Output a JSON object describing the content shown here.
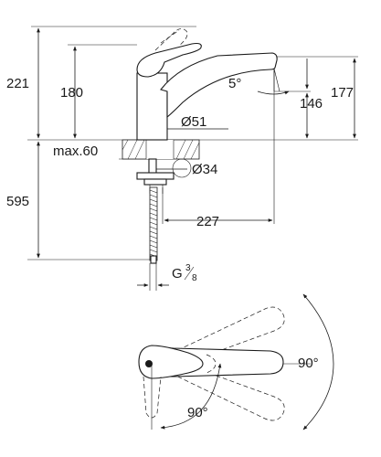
{
  "dimensions": {
    "overall_height": "221",
    "spout_height": "180",
    "outlet_height": "146",
    "body_height": "177",
    "spout_angle": "5°",
    "body_diameter": "Ø51",
    "max_deck_thickness": "max.60",
    "hole_diameter": "Ø34",
    "hose_length": "595",
    "spout_reach": "227",
    "thread_prefix": "G",
    "thread_num": "3",
    "thread_den": "8",
    "swivel_angle": "90°",
    "lever_angle": "90°"
  }
}
